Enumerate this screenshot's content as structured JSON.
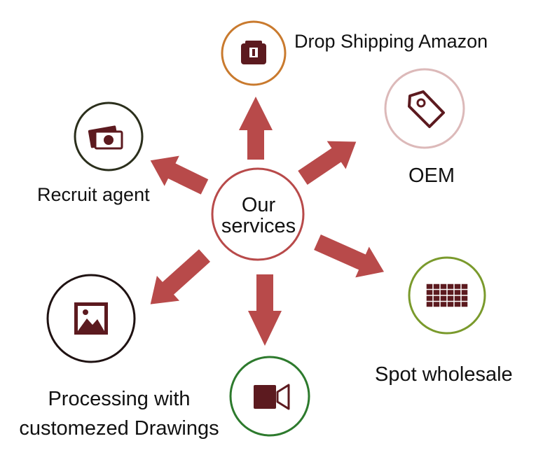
{
  "center": {
    "line1": "Our",
    "line2": "services"
  },
  "services": {
    "drop_shipping": {
      "label": "Drop Shipping Amazon",
      "icon": "package-icon",
      "ring_color": "#c97a2e"
    },
    "oem": {
      "label": "OEM",
      "icon": "tag-icon",
      "ring_color": "#dcb9b9"
    },
    "recruit_agent": {
      "label": "Recruit agent",
      "icon": "money-icon",
      "ring_color": "#2b2f1c"
    },
    "spot_wholesale": {
      "label": "Spot wholesale",
      "icon": "grid-icon",
      "ring_color": "#7a9a2c"
    },
    "processing": {
      "line1": "Processing with",
      "line2": "customezed Drawings",
      "icon": "image-icon",
      "ring_color": "#1f1212"
    },
    "video": {
      "icon": "video-camera-icon",
      "ring_color": "#2d7a2d"
    }
  },
  "colors": {
    "arrow": "#b84a4a",
    "center_ring": "#b84a4a",
    "icon_fill": "#5c1a1f"
  }
}
